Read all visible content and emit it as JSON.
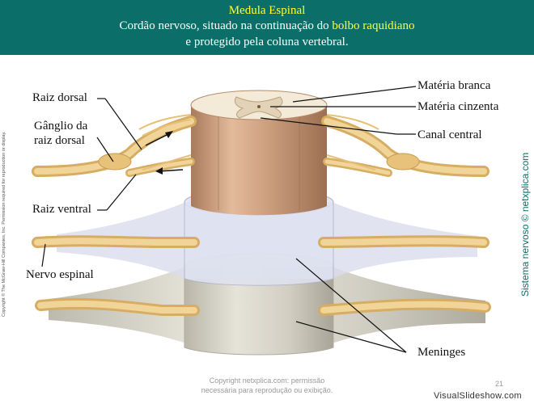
{
  "header": {
    "title": "Medula Espinal",
    "line2_prefix": "Cordão nervoso, situado na continuação do ",
    "line2_highlight": "bolbo raquidiano",
    "line3": "e protegido pela coluna vertebral."
  },
  "labels": {
    "raiz_dorsal": "Raiz dorsal",
    "ganglio_line1": "Gânglio da",
    "ganglio_line2": "raiz dorsal",
    "raiz_ventral": "Raiz ventral",
    "nervo_espinal": "Nervo espinal",
    "materia_branca": "Matéria branca",
    "materia_cinzenta": "Matéria cinzenta",
    "canal_central": "Canal central",
    "meninges": "Meninges"
  },
  "side_copyright": "Copyright © The McGraw-Hill Companies, Inc. Permission required for reproduction or display.",
  "side_site": "Sistema nervoso © netxplica.com",
  "footer": {
    "line1": "Copyright netxplica.com: permissão",
    "line2": "necessária para reprodução ou exibição."
  },
  "page_number": "21",
  "watermark": "VisualSlideshow.com",
  "colors": {
    "header_bg": "#0b6e68",
    "highlight": "#ffff33",
    "nerve": "#e8c27a",
    "cord": "#c89b78",
    "meninges": "#cfd3dc"
  }
}
